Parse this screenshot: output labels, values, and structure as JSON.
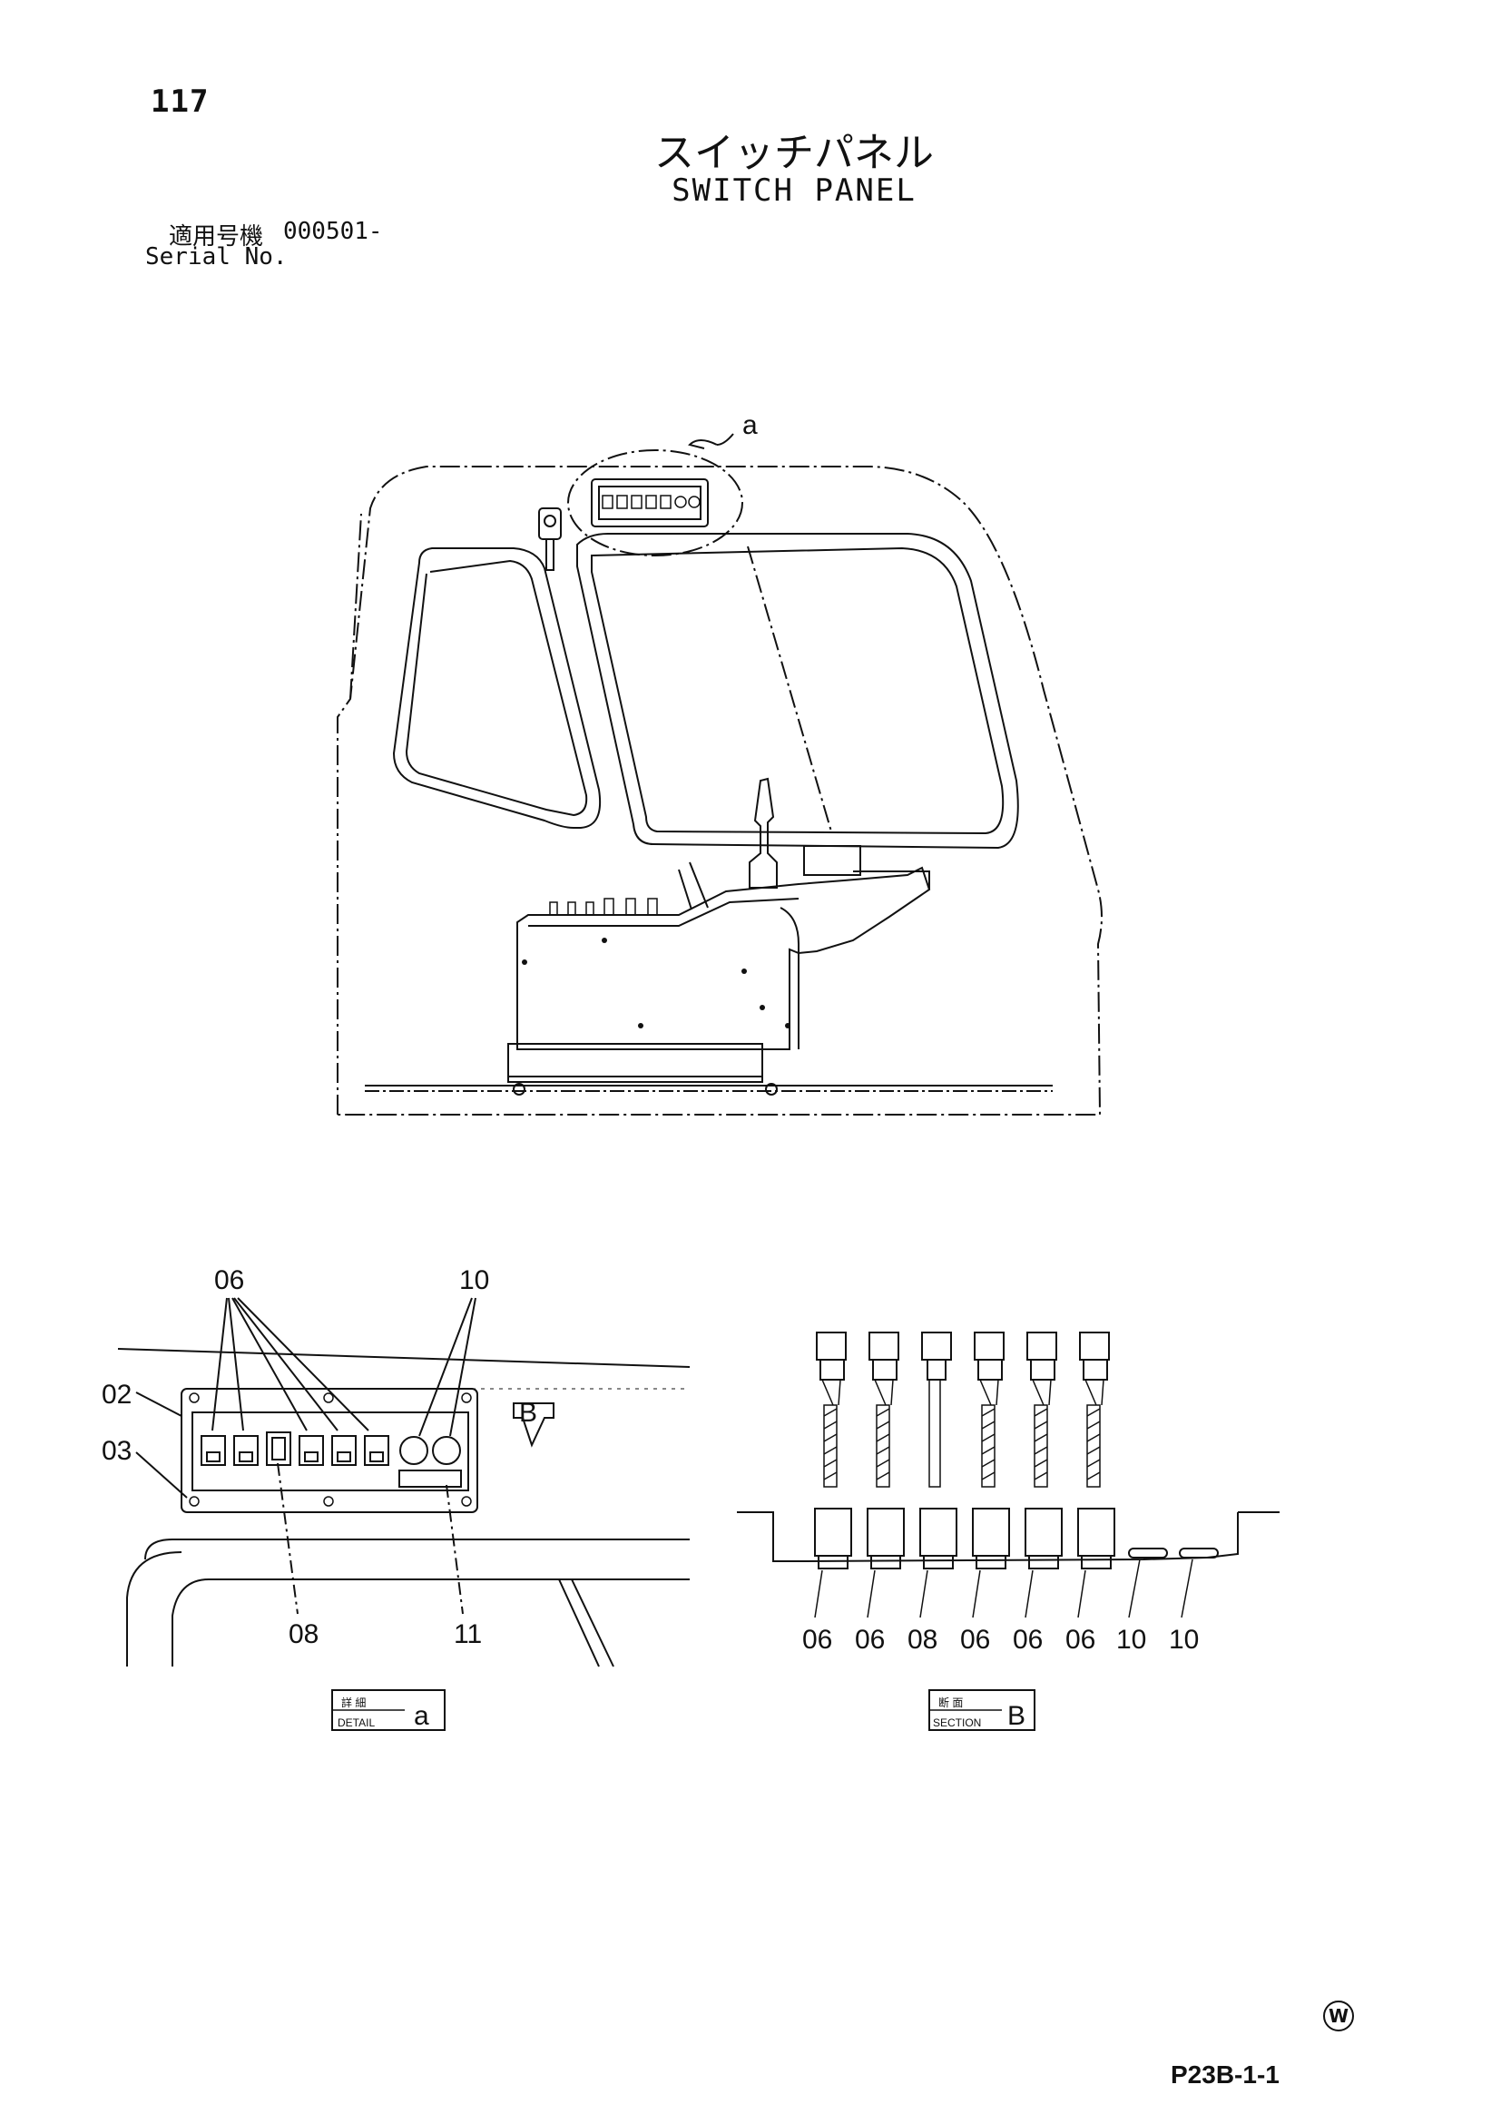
{
  "header": {
    "page_number": "117",
    "title_jp": "スイッチパネル",
    "title_en": "SWITCH PANEL",
    "serial_label_jp": "適用号機",
    "serial_label_en": "Serial No.",
    "serial_value": "000501-"
  },
  "main_view": {
    "callout": "a"
  },
  "detail_view": {
    "callouts": {
      "c06": "06",
      "c10": "10",
      "c02": "02",
      "c03": "03",
      "c08": "08",
      "c11": "11"
    },
    "view_marker": "B",
    "caption": {
      "jp": "詳 細",
      "en": "DETAIL",
      "letter": "a"
    }
  },
  "section_view": {
    "bottom_labels": [
      "06",
      "06",
      "08",
      "06",
      "06",
      "06",
      "10",
      "10"
    ],
    "caption": {
      "jp": "断 面",
      "en": "SECTION",
      "letter": "B"
    }
  },
  "footer": {
    "code": "P23B-1-1",
    "mark": "W"
  }
}
